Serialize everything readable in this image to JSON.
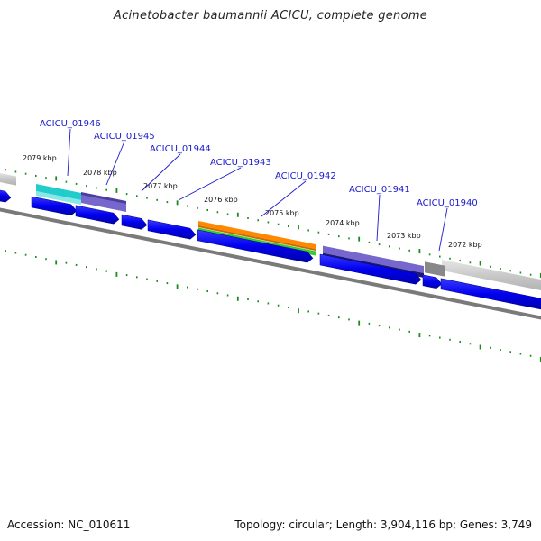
{
  "title": "Acinetobacter baumannii ACICU, complete genome",
  "footer": {
    "accession": "Accession: NC_010611",
    "summary": "Topology: circular; Length: 3,904,116 bp; Genes: 3,749"
  },
  "kbp_ticks": [
    "2079 kbp",
    "2078 kbp",
    "2077 kbp",
    "2076 kbp",
    "2075 kbp",
    "2074 kbp",
    "2073 kbp",
    "2072 kbp"
  ],
  "gene_labels": [
    "ACICU_01946",
    "ACICU_01945",
    "ACICU_01944",
    "ACICU_01943",
    "ACICU_01942",
    "ACICU_01941",
    "ACICU_01940"
  ],
  "colors": {
    "cds": "#0000ee",
    "teal": "#22cccc",
    "purple": "#7766cc",
    "orange": "#ff8800",
    "green": "#33cc33",
    "navy": "#1a1a77",
    "gray": "#888888",
    "tick": "#1a8a1a",
    "label": "#1a1acc"
  }
}
